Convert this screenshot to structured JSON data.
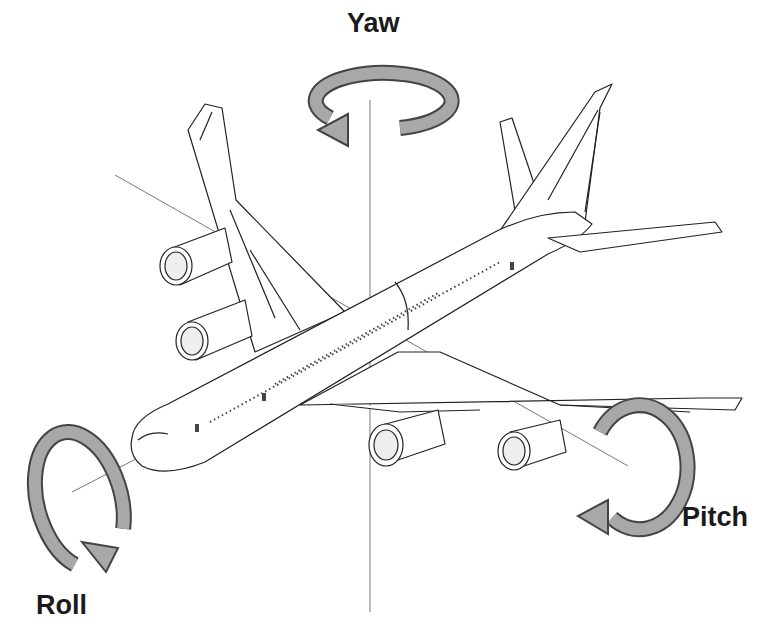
{
  "diagram": {
    "labels": [
      "Yaw",
      "Roll",
      "Pitch"
    ]
  }
}
